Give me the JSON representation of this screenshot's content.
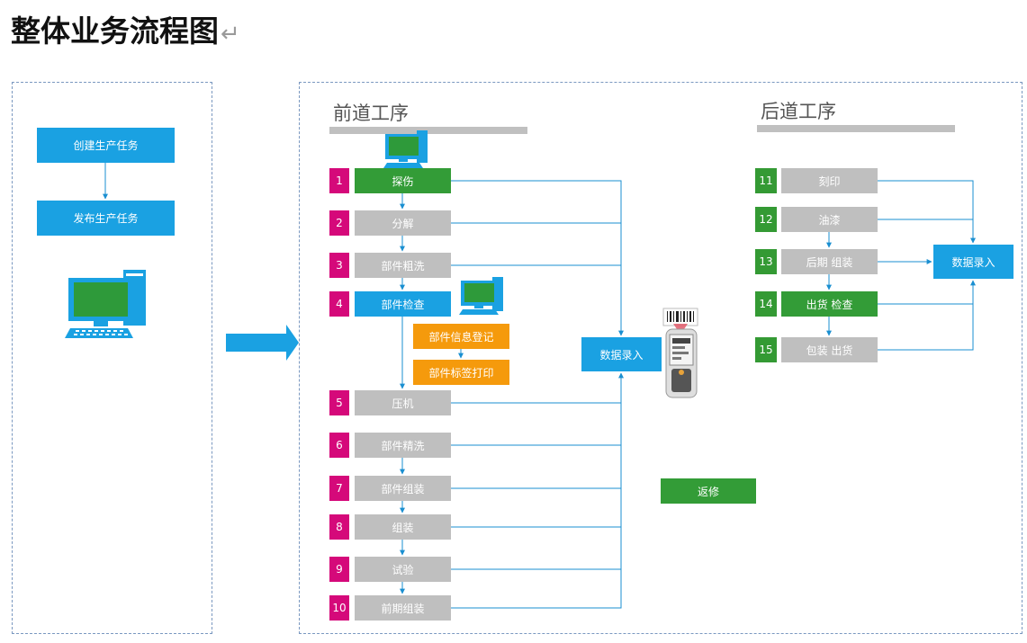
{
  "title": "整体业务流程图",
  "title_return_mark": "↵",
  "left_panel": {
    "create_task": "创建生产任务",
    "publish_task": "发布生产任务"
  },
  "front_section": {
    "title": "前道工序",
    "steps": [
      {
        "num": "1",
        "label": "探伤"
      },
      {
        "num": "2",
        "label": "分解"
      },
      {
        "num": "3",
        "label": "部件粗洗"
      },
      {
        "num": "4",
        "label": "部件检查"
      },
      {
        "num": "5",
        "label": "压机"
      },
      {
        "num": "6",
        "label": "部件精洗"
      },
      {
        "num": "7",
        "label": "部件组装"
      },
      {
        "num": "8",
        "label": "组装"
      },
      {
        "num": "9",
        "label": "试验"
      },
      {
        "num": "10",
        "label": "前期组装"
      }
    ],
    "sub_steps": [
      "部件信息登记",
      "部件标签打印"
    ],
    "data_entry": "数据录入"
  },
  "back_section": {
    "title": "后道工序",
    "steps": [
      {
        "num": "11",
        "label": "刻印"
      },
      {
        "num": "12",
        "label": "油漆"
      },
      {
        "num": "13",
        "label": "后期 组装"
      },
      {
        "num": "14",
        "label": "出货 检查"
      },
      {
        "num": "15",
        "label": "包装 出货"
      }
    ],
    "data_entry": "数据录入"
  },
  "rework": "返修",
  "colors": {
    "blue": "#1aa1e2",
    "green": "#339c37",
    "gray": "#bfbfbf",
    "orange": "#f59a0c",
    "magenta": "#d5097a",
    "arrow": "#1a8fd1"
  }
}
